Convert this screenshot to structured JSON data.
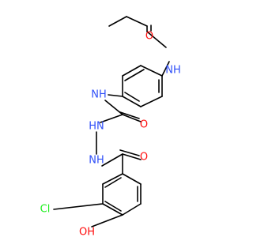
{
  "colors": {
    "background": "#ffffff",
    "bond": "#000000",
    "oxygen": "#ff0d0d",
    "nitrogen": "#3050f8",
    "chlorine": "#1ff01f"
  },
  "labels": {
    "amide_o": "O",
    "amide_nh": "NH",
    "urea_nh": "NH",
    "urea_o": "O",
    "hydrazide_nh_1": "HN",
    "hydrazide_nh_2": "NH",
    "hydrazide_o": "O",
    "chloro": "Cl",
    "hydroxy": "OH"
  }
}
